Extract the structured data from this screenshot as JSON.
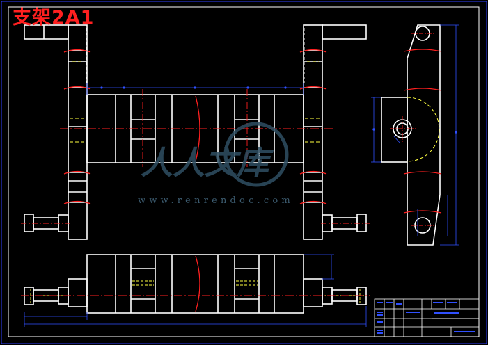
{
  "drawing": {
    "title": "支架2A1",
    "watermark_url": "www.renrendoc.com",
    "watermark_logo_text": "人人文库"
  },
  "colors": {
    "background": "#000000",
    "outline": "#ffffff",
    "frame": "#3040ff",
    "dimension": "#3050ff",
    "centerline": "#ff2020",
    "hidden": "#ffff40",
    "title": "#ff2020",
    "watermark": "#2f4f63"
  }
}
